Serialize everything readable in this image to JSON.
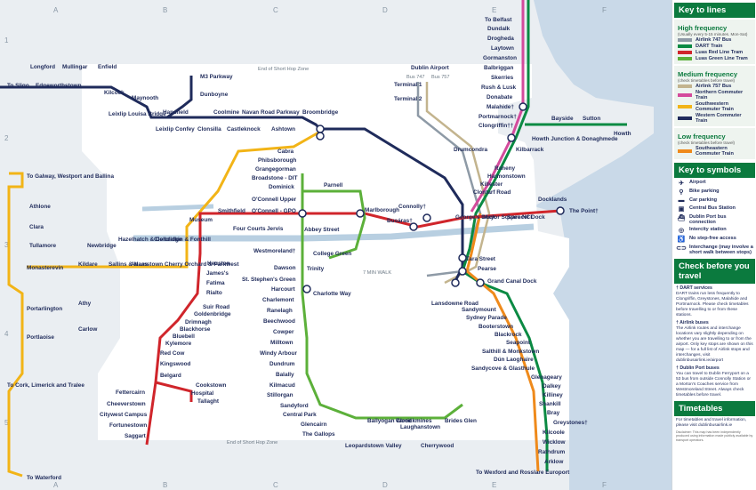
{
  "title": "Dublin rail network map",
  "grid": {
    "columns": [
      "A",
      "B",
      "C",
      "D",
      "E",
      "F"
    ],
    "rows": [
      "1",
      "2",
      "3",
      "4",
      "5"
    ],
    "zone_label": "End of Short Hop Zone"
  },
  "stations": {
    "belfast": "To Belfast",
    "dundalk": "Dundalk",
    "drogheda": "Drogheda",
    "laytown": "Laytown",
    "gormanston": "Gormanston",
    "balbriggan": "Balbriggan",
    "skerries": "Skerries",
    "rush_lusk": "Rush & Lusk",
    "donabate": "Donabate",
    "malahide": "Malahide†",
    "portmarnock": "Portmarnock†",
    "clongriffin": "Clongriffin††",
    "bayside": "Bayside",
    "sutton": "Sutton",
    "howth": "Howth",
    "howth_junction": "Howth Junction & Donaghmede",
    "kilbarrack": "Kilbarrack",
    "raheny": "Raheny",
    "harmonstown": "Harmonstown",
    "killester": "Killester",
    "clontarf": "Clontarf Road",
    "drumcondra": "Drumcondra",
    "dublin_airport": "Dublin Airport",
    "terminal1": "Terminal 1",
    "terminal2": "Terminal 2",
    "bus747": "Bus 747",
    "bus757": "Bus 757",
    "longford": "Longford",
    "mullingar": "Mullingar",
    "enfield": "Enfield",
    "sligo": "To Sligo",
    "edgeworthstown": "Edgeworthstown",
    "kilcock": "Kilcock",
    "maynooth": "Maynooth",
    "leixlip_louisa": "Leixlip Louisa Bridge",
    "leixlip_confey": "Leixlip Confey",
    "hansfield": "Hansfield",
    "m3_parkway": "M3 Parkway",
    "dunboyne": "Dunboyne",
    "clonsilla": "Clonsilla",
    "coolmine": "Coolmine",
    "castleknock": "Castleknock",
    "navan_road": "Navan Road Parkway",
    "ashtown": "Ashtown",
    "broombridge": "Broombridge",
    "cabra": "Cabra",
    "phibsborough": "Phibsborough",
    "grangegorman": "Grangegorman",
    "broadstone": "Broadstone - DIT",
    "dominick": "Dominick",
    "parnell": "Parnell",
    "oconnell_upper": "O'Connell Upper",
    "oconnell_gpo": "O'Connell - GPO",
    "marlborough": "Marlborough",
    "connolly": "Connolly†",
    "busaras": "Busáras†",
    "docklands": "Docklands",
    "the_point": "The Point†",
    "georges_dock": "George's Dock",
    "mayor_square": "Mayor Square NCI",
    "spencer_dock": "Spencer Dock",
    "galway": "To Galway, Westport and Ballina",
    "athlone": "Athlone",
    "clara": "Clara",
    "tullamore": "Tullamore",
    "monasterevin": "Monasterevin",
    "portarlington": "Portarlington",
    "portlaoise": "Portlaoise",
    "cork": "To Cork, Limerick and Tralee",
    "waterford": "To Waterford",
    "athy": "Athy",
    "carlow": "Carlow",
    "kildare": "Kildare",
    "newbridge": "Newbridge",
    "sallins": "Sallins & Naas",
    "adamstown": "Adamstown",
    "hazelhatch": "Hazelhatch & Celbridge",
    "clondalkin": "Clondalkin & Fonthill",
    "cherry_orchard": "Cherry Orchard & Parkwest",
    "museum": "Museum",
    "smithfield": "Smithfield",
    "four_courts": "Four Courts",
    "jervis": "Jervis",
    "abbey_street": "Abbey Street",
    "heuston": "Heuston",
    "westmoreland": "Westmoreland†",
    "college_green": "College Green",
    "trinity": "Trinity",
    "dawson": "Dawson",
    "ststephens": "St. Stephen's Green",
    "harcourt": "Harcourt",
    "charlotte": "Charlotte Way",
    "james": "James's",
    "fatima": "Fatima",
    "rialto": "Rialto",
    "suir_road": "Suir Road",
    "goldenbridge": "Goldenbridge",
    "drimnagh": "Drimnagh",
    "blackhorse": "Blackhorse",
    "bluebell": "Bluebell",
    "kylemore": "Kylemore",
    "red_cow": "Red Cow",
    "kingswood": "Kingswood",
    "belgard": "Belgard",
    "cookstown": "Cookstown",
    "hospital": "Hospital",
    "tallaght": "Tallaght",
    "fettercairn": "Fettercairn",
    "cheeverstown": "Cheeverstown",
    "citywest": "Citywest Campus",
    "fortunestown": "Fortunestown",
    "saggart": "Saggart",
    "tara_street": "Tara Street",
    "pearse": "Pearse",
    "grand_canal": "Grand Canal Dock",
    "lansdowne": "Lansdowne Road",
    "sandymount": "Sandymount",
    "sydney_parade": "Sydney Parade",
    "booterstown": "Booterstown",
    "blackrock": "Blackrock",
    "seapoint": "Seapoint",
    "salthill": "Salthill & Monkstown",
    "dun_laoghaire": "Dún Laoghaire",
    "sandycove": "Sandycove & Glasthule",
    "glenageary": "Glenageary",
    "dalkey": "Dalkey",
    "killiney": "Killiney",
    "shankill": "Shankill",
    "bray": "Bray",
    "greystones": "Greystones†",
    "kilcoole": "Kilcoole",
    "wicklow": "Wicklow",
    "rathdrum": "Rathdrum",
    "arklow": "Arklow",
    "rosslare": "To Wexford and Rosslare Europort",
    "charlemont": "Charlemont",
    "ranelagh": "Ranelagh",
    "beechwood": "Beechwood",
    "cowper": "Cowper",
    "milltown": "Milltown",
    "windy_arbour": "Windy Arbour",
    "dundrum": "Dundrum",
    "balally": "Balally",
    "kilmacud": "Kilmacud",
    "stillorgan": "Stillorgan",
    "sandyford": "Sandyford",
    "central_park": "Central Park",
    "glencairn": "Glencairn",
    "gallops": "The Gallops",
    "leopardstown": "Leopardstown Valley",
    "ballyogan": "Ballyogan Wood",
    "carrickmines": "Carrickmines",
    "laughanstown": "Laughanstown",
    "cherrywood": "Cherrywood",
    "brides_glen": "Brides Glen",
    "walk": "7 MIN WALK"
  },
  "legend": {
    "title": "Key to lines",
    "high_freq": "High frequency",
    "high_note": "(Usually every 5-15 minutes. Mon-Sat)",
    "lines_high": [
      {
        "label": "Airlink 747 Bus",
        "color": "#8e9aa6"
      },
      {
        "label": "DART Train",
        "color": "#0b8a43"
      },
      {
        "label": "Luas Red Line Tram",
        "color": "#d0252b"
      },
      {
        "label": "Luas Green Line Tram",
        "color": "#5cb03a"
      }
    ],
    "medium_freq": "Medium frequency",
    "medium_note": "(check timetables before travel)",
    "lines_medium": [
      {
        "label": "Airlink 757 Bus",
        "color": "#c3b48e"
      },
      {
        "label": "Northern Commuter Train",
        "color": "#d44b9c"
      },
      {
        "label": "Southwestern Commuter Train",
        "color": "#f2b417"
      },
      {
        "label": "Western Commuter Train",
        "color": "#1f2b5b"
      }
    ],
    "low_freq": "Low frequency",
    "low_note": "(check timetables before travel)",
    "lines_low": [
      {
        "label": "Southeastern Commuter Train",
        "color": "#ef8a1b"
      }
    ]
  },
  "symbols": {
    "title": "Key to symbols",
    "items": [
      {
        "icon": "airport-icon",
        "glyph": "✈",
        "label": "Airport"
      },
      {
        "icon": "bike-icon",
        "glyph": "⚲",
        "label": "Bike parking"
      },
      {
        "icon": "car-icon",
        "glyph": "▬",
        "label": "Car parking"
      },
      {
        "icon": "bus-station-icon",
        "glyph": "▣",
        "label": "Central Bus Station"
      },
      {
        "icon": "port-bus-icon",
        "glyph": "⛴",
        "label": "Dublin Port bus connection"
      },
      {
        "icon": "intercity-icon",
        "glyph": "◎",
        "label": "Intercity station"
      },
      {
        "icon": "step-free-icon",
        "glyph": "♿",
        "label": "No step-free access"
      },
      {
        "icon": "interchange-icon",
        "glyph": "⊂⊃",
        "label": "Interchange (may involve a short walk between stops)"
      }
    ]
  },
  "before_travel": {
    "title": "Check before you travel",
    "dart_head": "† DART services",
    "dart_body": "DART trains run less frequently to Clongriffin, Greystones, Malahide and Portmarnock. Please check timetables before travelling to or from these stations.",
    "airlink_head": "† Airlink buses",
    "airlink_body": "The Airlink routes and interchange locations vary slightly depending on whether you are travelling to or from the airport. Only key stops are shown on this map — for a full list of Airlink stops and interchanges, visit dublinbusairlink.ie/airport",
    "port_head": "† Dublin Port buses",
    "port_body": "You can travel to Dublin Ferryport on a 53 bus from outside Connolly Station or a Morton's Coaches service from Westmoreland Street. Always check timetables before travel."
  },
  "timetables": {
    "title": "Timetables",
    "body": "For timetables and travel information, please visit dublinbusairlink.ie",
    "disclaimer": "Disclaimer: This map has been independently produced using information made publicly available by transport operators."
  }
}
